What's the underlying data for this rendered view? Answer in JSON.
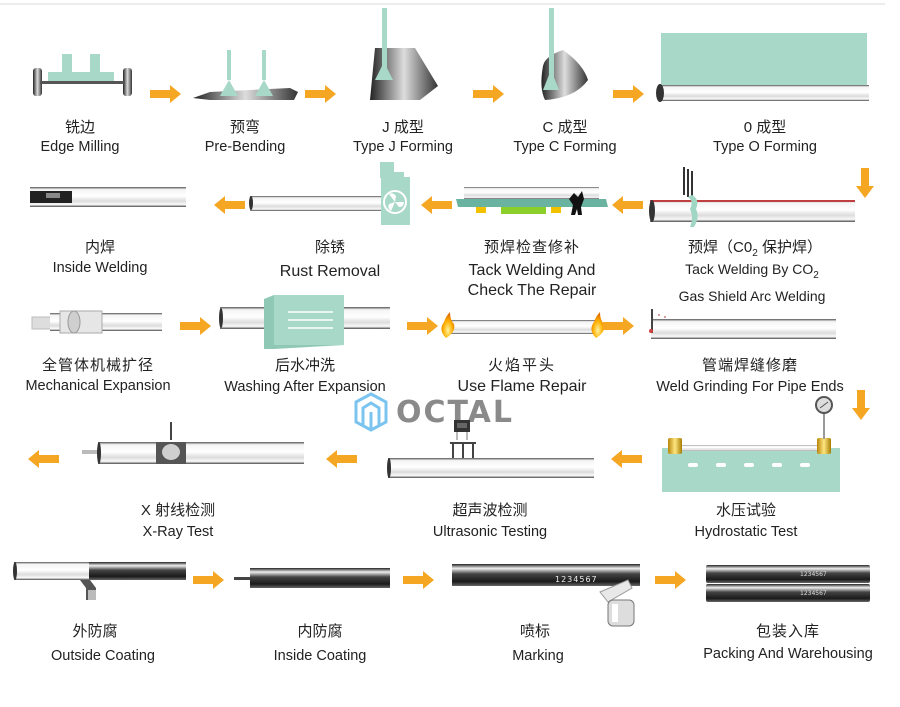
{
  "title": "Spiral/LSAW Steel Pipe Production Process Flow",
  "watermark": {
    "brand": "OCTAL",
    "logo": "octal-logo-icon"
  },
  "colors": {
    "arrow": "#f5a623",
    "teal": "#a8d8c8",
    "steel_dark": "#3a3a3a",
    "steel_light": "#e8e8e8"
  },
  "steps": [
    {
      "id": 1,
      "cn": "铣边",
      "en": "Edge Milling",
      "icon": "edge-milling-icon"
    },
    {
      "id": 2,
      "cn": "预弯",
      "en": "Pre-Bending",
      "icon": "pre-bending-icon"
    },
    {
      "id": 3,
      "cn": "J 成型",
      "en": "Type J Forming",
      "icon": "j-forming-icon"
    },
    {
      "id": 4,
      "cn": "C 成型",
      "en": "Type C Forming",
      "icon": "c-forming-icon"
    },
    {
      "id": 5,
      "cn": "0 成型",
      "en": "Type O Forming",
      "icon": "o-forming-icon"
    },
    {
      "id": 6,
      "cn_pre": "预焊（C0",
      "cn_sub": "2",
      "cn_post": " 保护焊）",
      "en_line1_pre": "Tack Welding By CO",
      "en_line1_sub": "2",
      "en_line2": "Gas Shield Arc Welding",
      "icon": "co2-tack-welding-icon"
    },
    {
      "id": 7,
      "cn": "预焊检查修补",
      "en_line1": "Tack Welding And",
      "en_line2": "Check The Repair",
      "icon": "tack-weld-check-icon"
    },
    {
      "id": 8,
      "cn": "除锈",
      "en": "Rust Removal",
      "icon": "rust-removal-icon"
    },
    {
      "id": 9,
      "cn": "内焊",
      "en": "Inside Welding",
      "icon": "inside-welding-icon"
    },
    {
      "id": 10,
      "cn": "全管体机械扩径",
      "en": "Mechanical Expansion",
      "icon": "mechanical-expansion-icon"
    },
    {
      "id": 11,
      "cn": "后水冲洗",
      "en": "Washing After Expansion",
      "icon": "washing-icon"
    },
    {
      "id": 12,
      "cn": "火焰平头",
      "en": "Use Flame Repair",
      "icon": "flame-repair-icon"
    },
    {
      "id": 13,
      "cn": "管端焊缝修磨",
      "en": "Weld Grinding For Pipe Ends",
      "icon": "weld-grinding-icon"
    },
    {
      "id": 14,
      "cn": "水压试验",
      "en": "Hydrostatic Test",
      "icon": "hydrostatic-test-icon"
    },
    {
      "id": 15,
      "cn": "超声波检测",
      "en": "Ultrasonic Testing",
      "icon": "ultrasonic-testing-icon"
    },
    {
      "id": 16,
      "cn": "X 射线检测",
      "en": "X-Ray Test",
      "icon": "x-ray-test-icon"
    },
    {
      "id": 17,
      "cn": "外防腐",
      "en": "Outside Coating",
      "icon": "outside-coating-icon"
    },
    {
      "id": 18,
      "cn": "内防腐",
      "en": "Inside Coating",
      "icon": "inside-coating-icon"
    },
    {
      "id": 19,
      "cn": "喷标",
      "en": "Marking",
      "icon": "marking-icon"
    },
    {
      "id": 20,
      "cn": "包装入库",
      "en": "Packing And Warehousing",
      "icon": "packing-warehousing-icon"
    }
  ],
  "marking_code": "1234567"
}
